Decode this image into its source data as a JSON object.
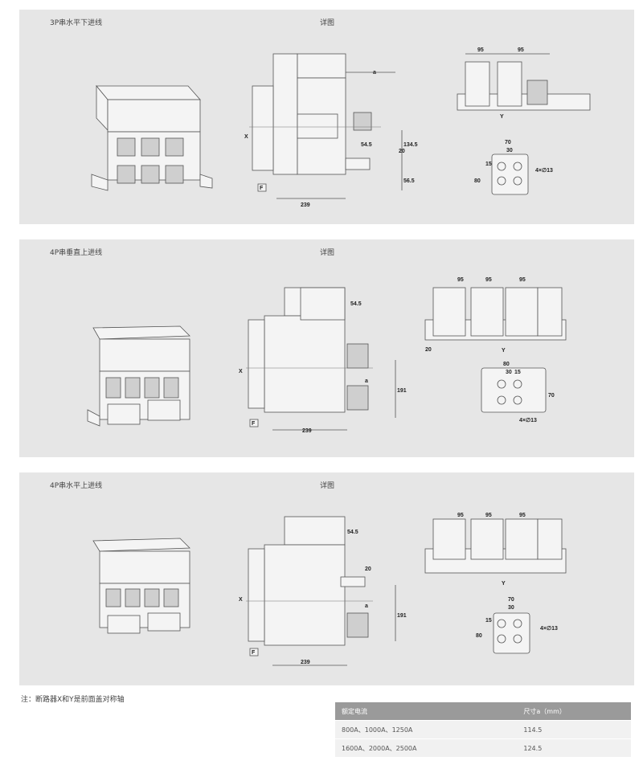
{
  "panels": [
    {
      "title": "3P串水平下进线",
      "detail": "详图"
    },
    {
      "title": "4P串垂直上进线",
      "detail": "详图"
    },
    {
      "title": "4P串水平上进线",
      "detail": "详图"
    }
  ],
  "dims": {
    "d239": "239",
    "d54_5": "54.5",
    "d20": "20",
    "d134_5": "134.5",
    "d56_5": "56.5",
    "d191": "191",
    "d95": "95",
    "d70": "70",
    "d30": "30",
    "d80": "80",
    "d15": "15",
    "d13": "4×∅13",
    "a": "a",
    "x": "X",
    "y": "Y",
    "f": "F"
  },
  "note": "注：断路器X和Y是前面盖对称轴",
  "table": {
    "headers": [
      "额定电流",
      "尺寸a（mm）"
    ],
    "rows": [
      [
        "800A、1000A、1250A",
        "114.5"
      ],
      [
        "1600A、2000A、2500A",
        "124.5"
      ]
    ]
  }
}
